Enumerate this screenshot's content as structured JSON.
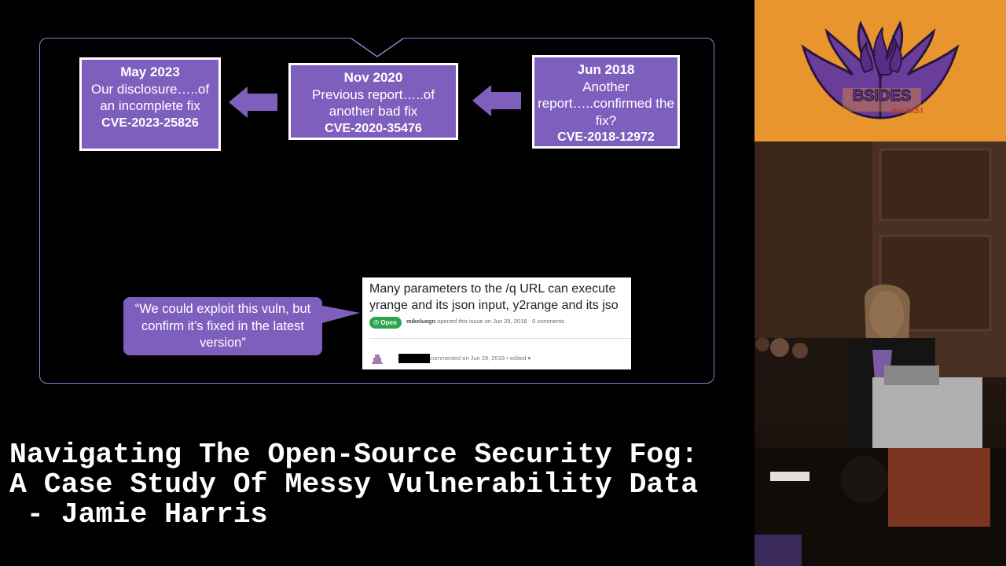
{
  "timeline": [
    {
      "date": "May 2023",
      "desc": "Our disclosure…..of an incomplete fix",
      "cve": "CVE-2023-25826"
    },
    {
      "date": "Nov 2020",
      "desc": "Previous report…..of another bad fix",
      "cve": "CVE-2020-35476"
    },
    {
      "date": "Jun 2018",
      "desc": "Another report…..confirmed the fix?",
      "cve": "CVE-2018-12972"
    }
  ],
  "callout": {
    "text": "“We could exploit this vuln, but confirm it’s fixed in the latest version”"
  },
  "github": {
    "title_line1": "Many parameters to the /q URL can execute",
    "title_line2": "yrange and its json input, y2range and its jso",
    "badge": "Open",
    "author": "mikeluegn",
    "meta": "opened this issue on Jun 29, 2018 · 0 comments",
    "comment": "commented on Jun 29, 2018 • edited ▾"
  },
  "caption": {
    "line1": "Navigating The Open-Source Security Fog:",
    "line2": "A Case Study Of Messy Vulnerability Data",
    "line3": " - Jamie Harris"
  },
  "logo": {
    "text": "BSIDES",
    "subtext": "BELFAST"
  },
  "colors": {
    "box": "#7f5fbe",
    "frame": "#8f82c9",
    "logo_bg": "#e8952e",
    "badge": "#2ea44f"
  }
}
